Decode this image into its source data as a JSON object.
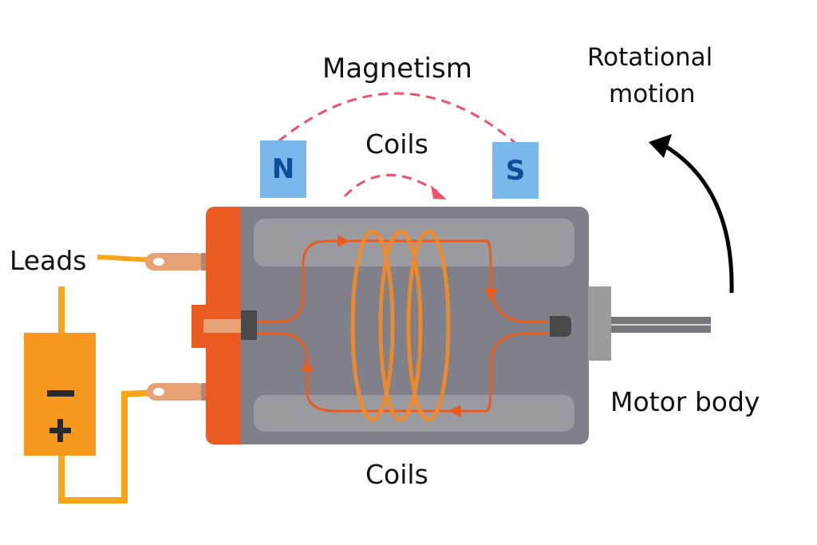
{
  "labels": {
    "magnetism": "Magnetism",
    "coils_top": "Coils",
    "coils_bottom": "Coils",
    "leads": "Leads",
    "rotational_motion_line1": "Rotational",
    "rotational_motion_line2": "motion",
    "motor_body": "Motor body"
  },
  "magnets": {
    "north": "N",
    "south": "S"
  },
  "battery": {
    "negative_symbol": "−",
    "positive_symbol": "+"
  },
  "colors": {
    "motor_body": "#7f8089",
    "motor_inner_panel": "#9b9ca1",
    "end_cap": "#e95b20",
    "coil": "#f08a2a",
    "current_path": "#ec5a1c",
    "magnet": "#7ab8ec",
    "magnet_text": "#0b4f9a",
    "field_line": "#f04e6a",
    "battery": "#f7981f",
    "lead_wire": "#f9a51a",
    "terminal": "#e7a174",
    "brush": "#49494c",
    "shaft": "#77767d"
  }
}
